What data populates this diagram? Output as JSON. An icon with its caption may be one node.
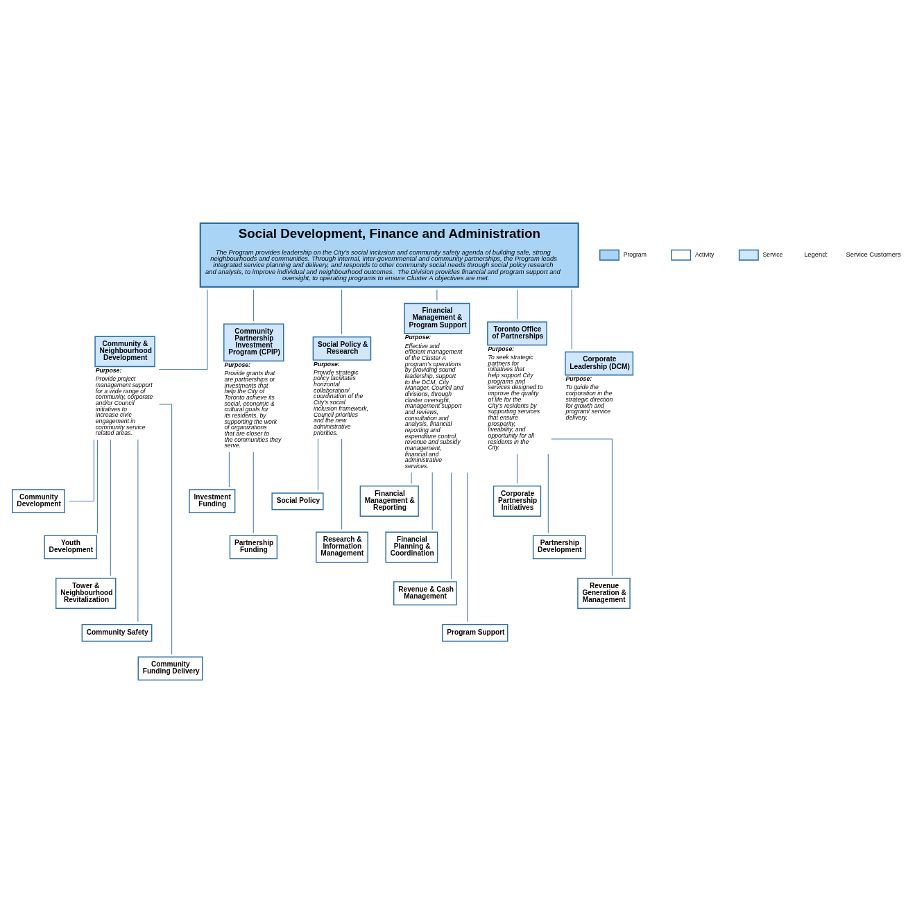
{
  "diagram": {
    "nodes": [
      {
        "text": [
          "Social Development, Finance and Administration",
          "The Program provides leadership on the City’s social inclusion and community safety agenda of building safe, strong neighbourhoods and communities. Through internal, inter-governmental and community partnerships, the Program leads integrated service planning and delivery, and responds to other community social needs through social policy research and analysis, to improve individual and neighbourhood outcomes.  The Division provides financial and program support and oversight, to operating programs to ensure Cluster A objectives are met."
        ]
      },
      {
        "text": [
          "Community & Neighbourhood Development"
        ],
        "beside": [
          "Purpose:",
          "Provide project management support for a wide range of community, corporate and/or Council initiatives to increase civic engagement in community service related areas."
        ]
      },
      {
        "text": [
          "Community Partnership Investment Program (CPIP)"
        ],
        "beside": [
          "Purpose:",
          "Provide grants that are partnerships or investments that help the City of Toronto achieve its social, economic & cultural goals for its residents, by supporting the work of organizations that are closer to the communities they serve."
        ]
      },
      {
        "text": [
          "Social Policy & Research"
        ],
        "beside": [
          "Purpose:",
          "Provide strategic policy facilitates horizontal collaboration/ coordination of the City’s social inclusion framework, Council priorities and the new administrative priorities."
        ]
      },
      {
        "text": [
          "Financial Management & Program Support"
        ],
        "beside": [
          "Purpose:",
          "Effective and efficient management of the Cluster A program’s operations by providing sound leadership, support to the DCM, City Manager, Council and divisions, through cluster oversight, management support and reviews, consultation and analysis, financial reporting and expenditure control, revenue and subsidy management, financial and administrative services."
        ]
      },
      {
        "text": [
          "Toronto Office of Partnerships"
        ],
        "beside": [
          "Purpose:",
          "To seek strategic partners for initiatives that help support City programs and services designed to improve the quality of life for the City’s residents by supporting services that ensure prosperity, liveability, and opportunity for all residents in the City."
        ]
      },
      {
        "text": [
          "Corporate Leadership (DCM)"
        ],
        "beside": [
          "Purpose:",
          "To guide the corporation in the strategic direction for growth and program/ service delivery."
        ]
      },
      {
        "text": [
          "Community Development"
        ]
      },
      {
        "text": [
          "Youth Development"
        ]
      },
      {
        "text": [
          "Tower & Neighbourhood Revitalization"
        ]
      },
      {
        "text": [
          "Community Safety"
        ]
      },
      {
        "text": [
          "Community Funding Delivery"
        ]
      },
      {
        "text": [
          "Investment Funding"
        ]
      },
      {
        "text": [
          "Partnership Funding"
        ]
      },
      {
        "text": [
          "Social Policy"
        ]
      },
      {
        "text": [
          "Research & Information Management"
        ]
      },
      {
        "text": [
          "Financial Management & Reporting"
        ]
      },
      {
        "text": [
          "Financial Planning & Coordination"
        ]
      },
      {
        "text": [
          "Revenue & Cash Management"
        ]
      },
      {
        "text": [
          "Program Support"
        ]
      },
      {
        "text": [
          "Corporate Partnership Initiatives"
        ]
      },
      {
        "text": [
          "Partnership Development"
        ]
      },
      {
        "text": [
          "Revenue Generation & Management"
        ]
      }
    ],
    "edges": [
      {
        "from": 0,
        "to": 1,
        "arrow": "none"
      },
      {
        "from": 0,
        "to": 2,
        "arrow": "none"
      },
      {
        "from": 0,
        "to": 3,
        "arrow": "none"
      },
      {
        "from": 0,
        "to": 4,
        "arrow": "none"
      },
      {
        "from": 0,
        "to": 5,
        "arrow": "none"
      },
      {
        "from": 0,
        "to": 6,
        "arrow": "none"
      },
      {
        "from": 1,
        "to": 7,
        "arrow": "none"
      },
      {
        "from": 1,
        "to": 8,
        "arrow": "none"
      },
      {
        "from": 1,
        "to": 9,
        "arrow": "none"
      },
      {
        "from": 1,
        "to": 10,
        "arrow": "none"
      },
      {
        "from": 1,
        "to": 11,
        "arrow": "none"
      },
      {
        "from": 2,
        "to": 12,
        "arrow": "none"
      },
      {
        "from": 2,
        "to": 13,
        "arrow": "none"
      },
      {
        "from": 3,
        "to": 14,
        "arrow": "none"
      },
      {
        "from": 3,
        "to": 15,
        "arrow": "none"
      },
      {
        "from": 4,
        "to": 16,
        "arrow": "none"
      },
      {
        "from": 4,
        "to": 17,
        "arrow": "none"
      },
      {
        "from": 4,
        "to": 18,
        "arrow": "none"
      },
      {
        "from": 4,
        "to": 19,
        "arrow": "none"
      },
      {
        "from": 5,
        "to": 20,
        "arrow": "none"
      },
      {
        "from": 5,
        "to": 21,
        "arrow": "none"
      },
      {
        "from": 5,
        "to": 22,
        "arrow": "none"
      }
    ],
    "labels": [
      "Legend:",
      "Service Customers"
    ],
    "legend": [
      {
        "text": "Program",
        "color": "#a9d4f5"
      },
      {
        "text": "Activity",
        "color": "#ffffff"
      },
      {
        "text": "Service",
        "color": "#cfe6fb"
      }
    ]
  }
}
